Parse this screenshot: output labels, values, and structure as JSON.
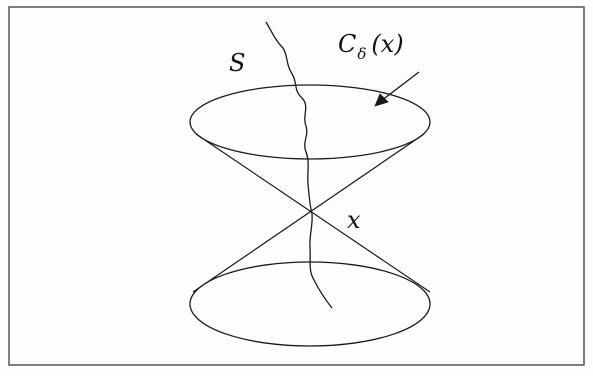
{
  "labels": {
    "curve": "S",
    "cone_name": "C",
    "cone_subscript": "δ",
    "cone_arg": "(x)",
    "vertex": "x"
  },
  "colors": {
    "ink": "#1a1a1a",
    "frame": "#555555",
    "background": "#fdfdfd"
  }
}
